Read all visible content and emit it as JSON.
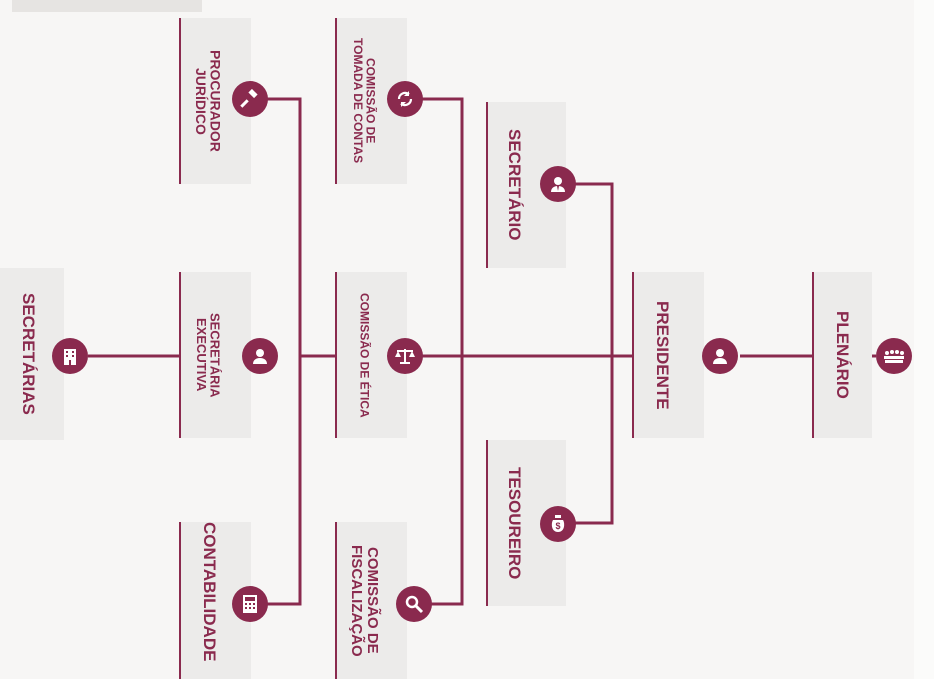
{
  "colors": {
    "primary": "#8a2a4e",
    "box": "#ecebea",
    "background": "#f7f6f5"
  },
  "nodes": {
    "plenario": {
      "label": "PLENÁRIO",
      "icon": "assembly-icon"
    },
    "presidente": {
      "label": "PRESIDENTE",
      "icon": "person-icon"
    },
    "secretario": {
      "label": "SECRETÁRIO",
      "icon": "person-tie-icon"
    },
    "tesoureiro": {
      "label": "TESOUREIRO",
      "icon": "money-bag-icon"
    },
    "comissao_tomada": {
      "label": "COMISSÃO DE\nTOMADA DE CONTAS",
      "icon": "refresh-icon"
    },
    "comissao_etica": {
      "label": "COMISSÃO DE ÉTICA",
      "icon": "scales-icon"
    },
    "comissao_fiscalizacao": {
      "label": "COMISSÃO DE\nFISCALIZAÇÃO",
      "icon": "magnifier-icon"
    },
    "procurador": {
      "label": "PROCURADOR\nJURÍDICO",
      "icon": "gavel-icon"
    },
    "secretaria_exec": {
      "label": "SECRETÁRIA\nEXECUTIVA",
      "icon": "person-icon"
    },
    "contabilidade": {
      "label": "CONTABILIDADE",
      "icon": "calculator-icon"
    },
    "secretarias": {
      "label": "SECRETÁRIAS",
      "icon": "building-icon"
    }
  }
}
